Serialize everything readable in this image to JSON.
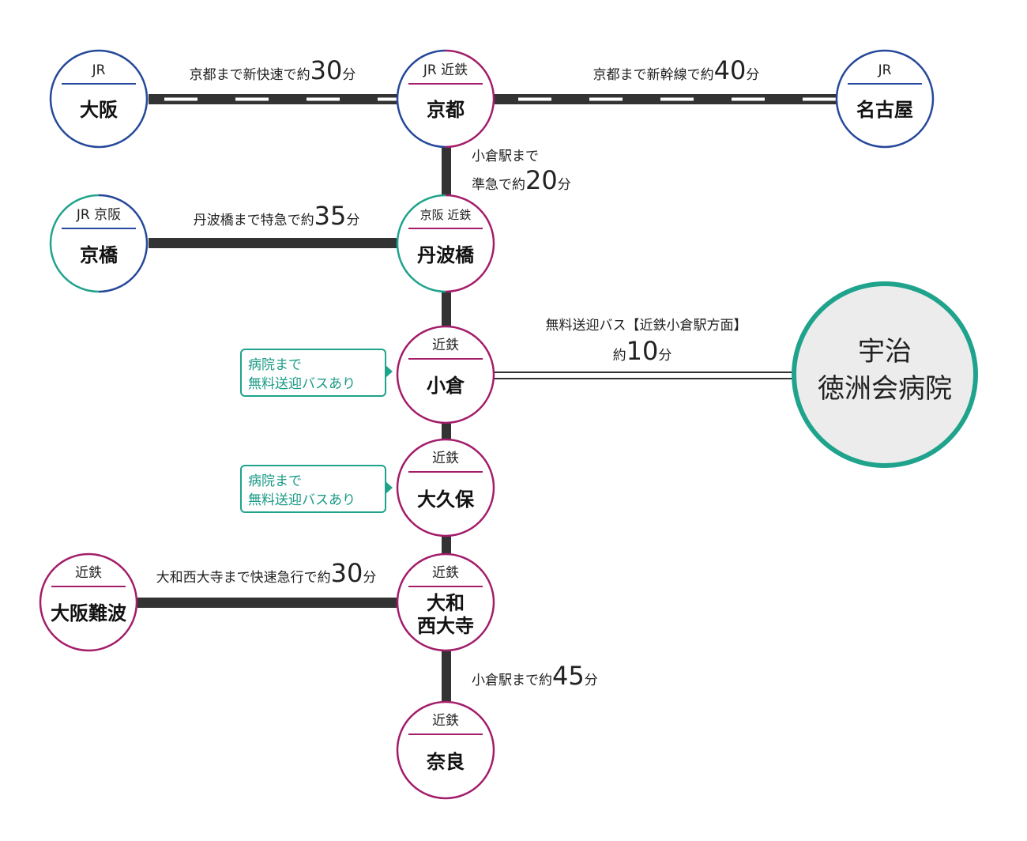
{
  "colors": {
    "jr": "#26489a",
    "kintetsu": "#a31d6a",
    "keihan": "#1fa38c",
    "track": "#333333",
    "hospital_fill": "#ececec",
    "hospital_ring": "#1fa38c",
    "note": "#1a9a85"
  },
  "stations": {
    "osaka": {
      "line": "JR",
      "name": "大阪"
    },
    "kyoto": {
      "line": "JR 近鉄",
      "name": "京都"
    },
    "nagoya": {
      "line": "JR",
      "name": "名古屋"
    },
    "kyobashi": {
      "line": "JR 京阪",
      "name": "京橋"
    },
    "tambabashi": {
      "line": "京阪  近鉄",
      "name": "丹波橋"
    },
    "ogura": {
      "line": "近鉄",
      "name": "小倉"
    },
    "okubo": {
      "line": "近鉄",
      "name": "大久保"
    },
    "namba": {
      "line": "近鉄",
      "name": "大阪難波"
    },
    "saidaiji": {
      "line": "近鉄",
      "name_1": "大和",
      "name_2": "西大寺"
    },
    "nara": {
      "line": "近鉄",
      "name": "奈良"
    }
  },
  "hospital": {
    "name_1": "宇治",
    "name_2": "徳洲会病院"
  },
  "routes": {
    "osaka_kyoto": {
      "text": "京都まで新快速で約",
      "num": "30",
      "unit": "分"
    },
    "kyoto_nagoya": {
      "text": "京都まで新幹線で約",
      "num": "40",
      "unit": "分"
    },
    "kyoto_tambabashi": {
      "line1": "小倉駅まで",
      "text": "準急で約",
      "num": "20",
      "unit": "分"
    },
    "kyobashi_tambabashi": {
      "text": "丹波橋まで特急で約",
      "num": "35",
      "unit": "分"
    },
    "ogura_hospital": {
      "line1": "無料送迎バス【近鉄小倉駅方面】",
      "text": "約",
      "num": "10",
      "unit": "分"
    },
    "namba_saidaiji": {
      "text": "大和西大寺まで快速急行で約",
      "num": "30",
      "unit": "分"
    },
    "saidaiji_nara": {
      "text": "小倉駅まで約",
      "num": "45",
      "unit": "分"
    }
  },
  "notes": {
    "ogura": {
      "line1": "病院まで",
      "line2": "無料送迎バスあり"
    },
    "okubo": {
      "line1": "病院まで",
      "line2": "無料送迎バスあり"
    }
  }
}
